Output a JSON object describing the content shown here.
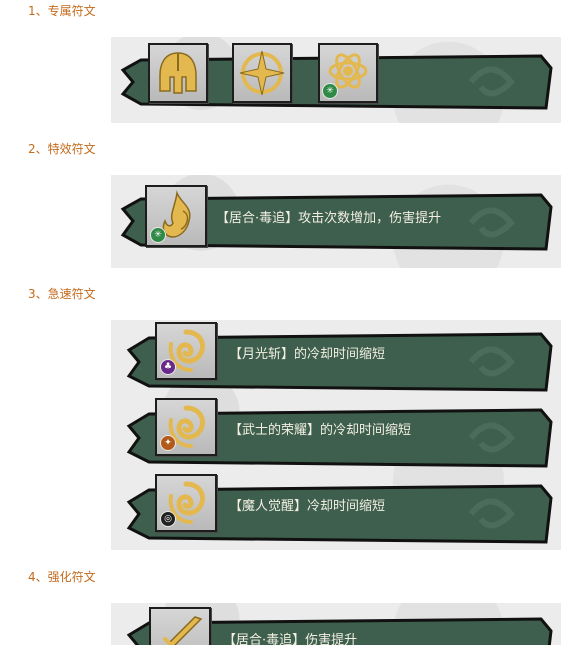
{
  "sections": [
    {
      "heading": "1、专属符文"
    },
    {
      "heading": "2、特效符文",
      "desc": "【居合·毒追】攻击次数增加，伤害提升"
    },
    {
      "heading": "3、急速符文",
      "rows": [
        {
          "desc": "【月光斩】的冷却时间缩短"
        },
        {
          "desc": "【武士的荣耀】的冷却时间缩短"
        },
        {
          "desc": "【魔人觉醒】冷却时间缩短"
        }
      ]
    },
    {
      "heading": "4、强化符文",
      "desc": "【居合·毒追】伤害提升"
    }
  ],
  "colors": {
    "heading": "#c46a1c",
    "banner": "#3e5f4d",
    "gold": "#e3b94f",
    "badge_green": "#2f8a45",
    "badge_purple": "#6a2a8c",
    "badge_orange": "#b35a1a",
    "badge_dark": "#222222"
  },
  "icons": [
    "spartan-helmet-icon",
    "compass-star-icon",
    "atom-ring-icon",
    "flame-icon",
    "swirl-icon",
    "sword-icon"
  ]
}
